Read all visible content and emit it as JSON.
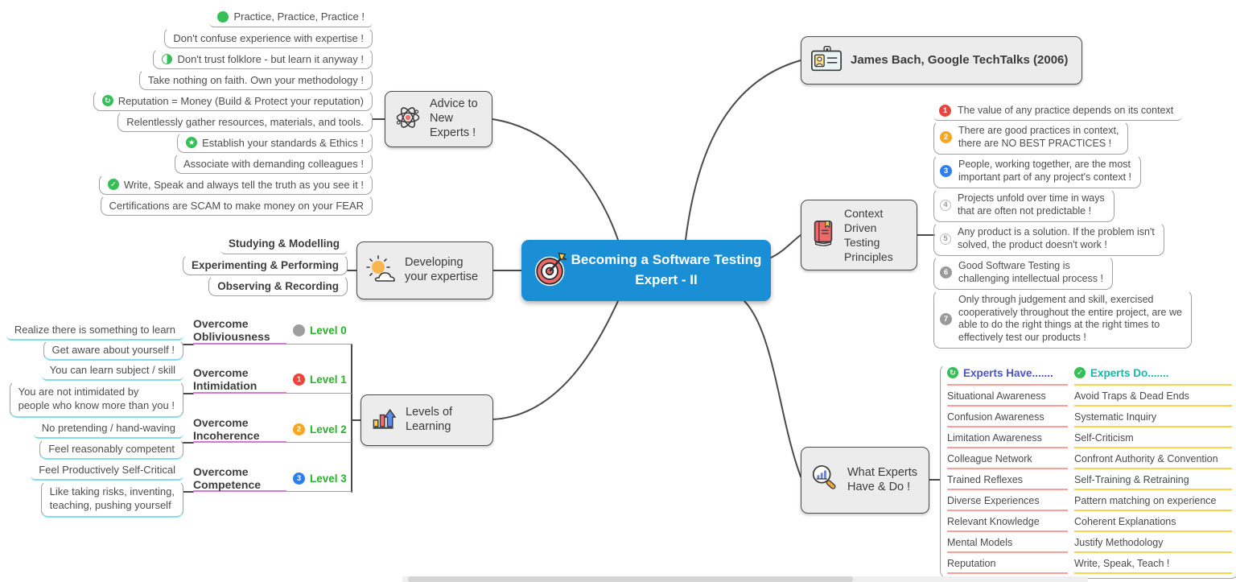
{
  "colors": {
    "accent_blue": "#1b8fd6",
    "icon_green": "#35c057",
    "level_green": "#28b428",
    "magenta_line": "#d678d6",
    "cyan_line": "#86dcec",
    "pink_line": "#ff9d9b",
    "yellow_line": "#ffd04d",
    "have_header_color": "#4953c8",
    "do_header_color": "#16b8aa"
  },
  "center": {
    "title": "Becoming a Software Testing Expert - II",
    "icon": "target-icon"
  },
  "james": {
    "title": "James Bach, Google TechTalks (2006)",
    "icon": "id-card-icon"
  },
  "advice": {
    "title": "Advice to New Experts !",
    "icon": "atom-icon",
    "items": [
      {
        "icon": "green-dot",
        "text": "Practice, Practice, Practice !"
      },
      {
        "icon": "none",
        "text": "Don't confuse experience with expertise !"
      },
      {
        "icon": "half-circle",
        "text": "Don't trust folklore - but learn it anyway !"
      },
      {
        "icon": "none",
        "text": "Take nothing on faith. Own your methodology !"
      },
      {
        "icon": "refresh-circle",
        "text": "Reputation = Money (Build & Protect your reputation)"
      },
      {
        "icon": "none",
        "text": "Relentlessly gather resources, materials, and tools."
      },
      {
        "icon": "star-circle",
        "text": "Establish your standards & Ethics !"
      },
      {
        "icon": "none",
        "text": "Associate with demanding colleagues !"
      },
      {
        "icon": "check-circle",
        "text": "Write, Speak and always tell the truth as you see it !"
      },
      {
        "icon": "none",
        "text": "Certifications are SCAM to make money on your FEAR"
      }
    ]
  },
  "developing": {
    "title": "Developing your expertise",
    "icon": "sun-cloud-icon",
    "items": [
      "Studying & Modelling",
      "Experimenting & Performing",
      "Observing & Recording"
    ]
  },
  "levels": {
    "title": "Levels of Learning",
    "icon": "bar-chart-icon",
    "groups": [
      {
        "label": "Overcome Obliviousness",
        "badge": "",
        "badge_style": "dot",
        "level": "Level 0",
        "leaves": [
          "Realize there is something to learn",
          "Get aware about yourself !"
        ]
      },
      {
        "label": "Overcome Intimidation",
        "badge": "1",
        "badge_style": "red",
        "level": "Level 1",
        "leaves": [
          "You can learn subject / skill",
          "You are not intimidated by\npeople who know more than you !"
        ]
      },
      {
        "label": "Overcome Incoherence",
        "badge": "2",
        "badge_style": "amber",
        "level": "Level 2",
        "leaves": [
          "No pretending / hand-waving",
          "Feel reasonably competent"
        ]
      },
      {
        "label": "Overcome Competence",
        "badge": "3",
        "badge_style": "blue",
        "level": "Level 3",
        "leaves": [
          "Feel Productively Self-Critical",
          "Like taking risks, inventing,\nteaching, pushing yourself"
        ]
      }
    ]
  },
  "context": {
    "title": "Context Driven Testing Principles",
    "icon": "red-book-icon",
    "principles": [
      {
        "badge": "1",
        "badge_style": "red",
        "text": "The value of any practice depends on its context"
      },
      {
        "badge": "2",
        "badge_style": "amber",
        "text": "There are good practices in context,\nthere are NO BEST PRACTICES !"
      },
      {
        "badge": "3",
        "badge_style": "blue",
        "text": "People, working together, are the most\nimportant part of any project's context !"
      },
      {
        "badge": "4",
        "badge_style": "ring",
        "text": "Projects unfold over time in ways\nthat are often not predictable !"
      },
      {
        "badge": "5",
        "badge_style": "ring",
        "text": "Any product is a solution. If the problem isn't\nsolved, the product doesn't work !"
      },
      {
        "badge": "6",
        "badge_style": "gray",
        "text": "Good Software Testing is\nchallenging intellectual process !"
      },
      {
        "badge": "7",
        "badge_style": "gray",
        "text": "Only through judgement and skill, exercised\ncooperatively throughout the entire project, are we\nable to do the right things at the right times to\neffectively test our products !"
      }
    ]
  },
  "experts": {
    "title": "What Experts Have & Do !",
    "icon": "magnifier-chart-icon",
    "have": {
      "header": "Experts Have.......",
      "icon": "refresh-circle",
      "items": [
        "Situational Awareness",
        "Confusion Awareness",
        "Limitation Awareness",
        "Colleague Network",
        "Trained Reflexes",
        "Diverse Experiences",
        "Relevant Knowledge",
        "Mental Models",
        "Reputation"
      ]
    },
    "do": {
      "header": "Experts Do.......",
      "icon": "check-circle",
      "items": [
        "Avoid Traps & Dead Ends",
        "Systematic Inquiry",
        "Self-Criticism",
        "Confront Authority & Convention",
        "Self-Training & Retraining",
        "Pattern matching on experience",
        "Coherent Explanations",
        "Justify Methodology",
        "Write, Speak, Teach !"
      ]
    }
  }
}
